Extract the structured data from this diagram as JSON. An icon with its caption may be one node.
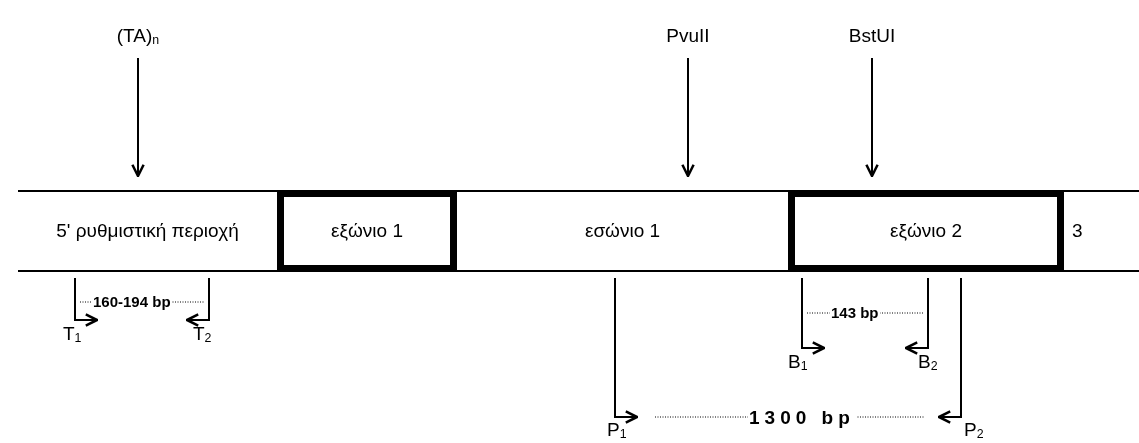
{
  "diagram": {
    "nodes": [
      {
        "text": [
          "(TA)$_{n}$"
        ]
      },
      {
        "text": [
          "PvuII"
        ]
      },
      {
        "text": [
          "BstUI"
        ]
      },
      {
        "text": [
          "5' ρυθμιστική περιοχή"
        ]
      },
      {
        "text": [
          "εξώνιο 1"
        ]
      },
      {
        "text": [
          "εσώνιο 1"
        ]
      },
      {
        "text": [
          "εξώνιο 2"
        ]
      },
      {
        "text": [
          "3"
        ]
      }
    ],
    "edges": [
      {
        "from": 0,
        "to": 3,
        "arrow": "to"
      },
      {
        "from": 1,
        "to": 5,
        "arrow": "to"
      },
      {
        "from": 2,
        "to": 6,
        "arrow": "to"
      }
    ],
    "labels": [
      "160-194 bp",
      "T$_{1}$",
      "T$_{2}$",
      "143 bp",
      "B$_{1}$",
      "B$_{2}$",
      "1300 bp",
      "P$_{1}$",
      "P$_{2}$"
    ]
  }
}
